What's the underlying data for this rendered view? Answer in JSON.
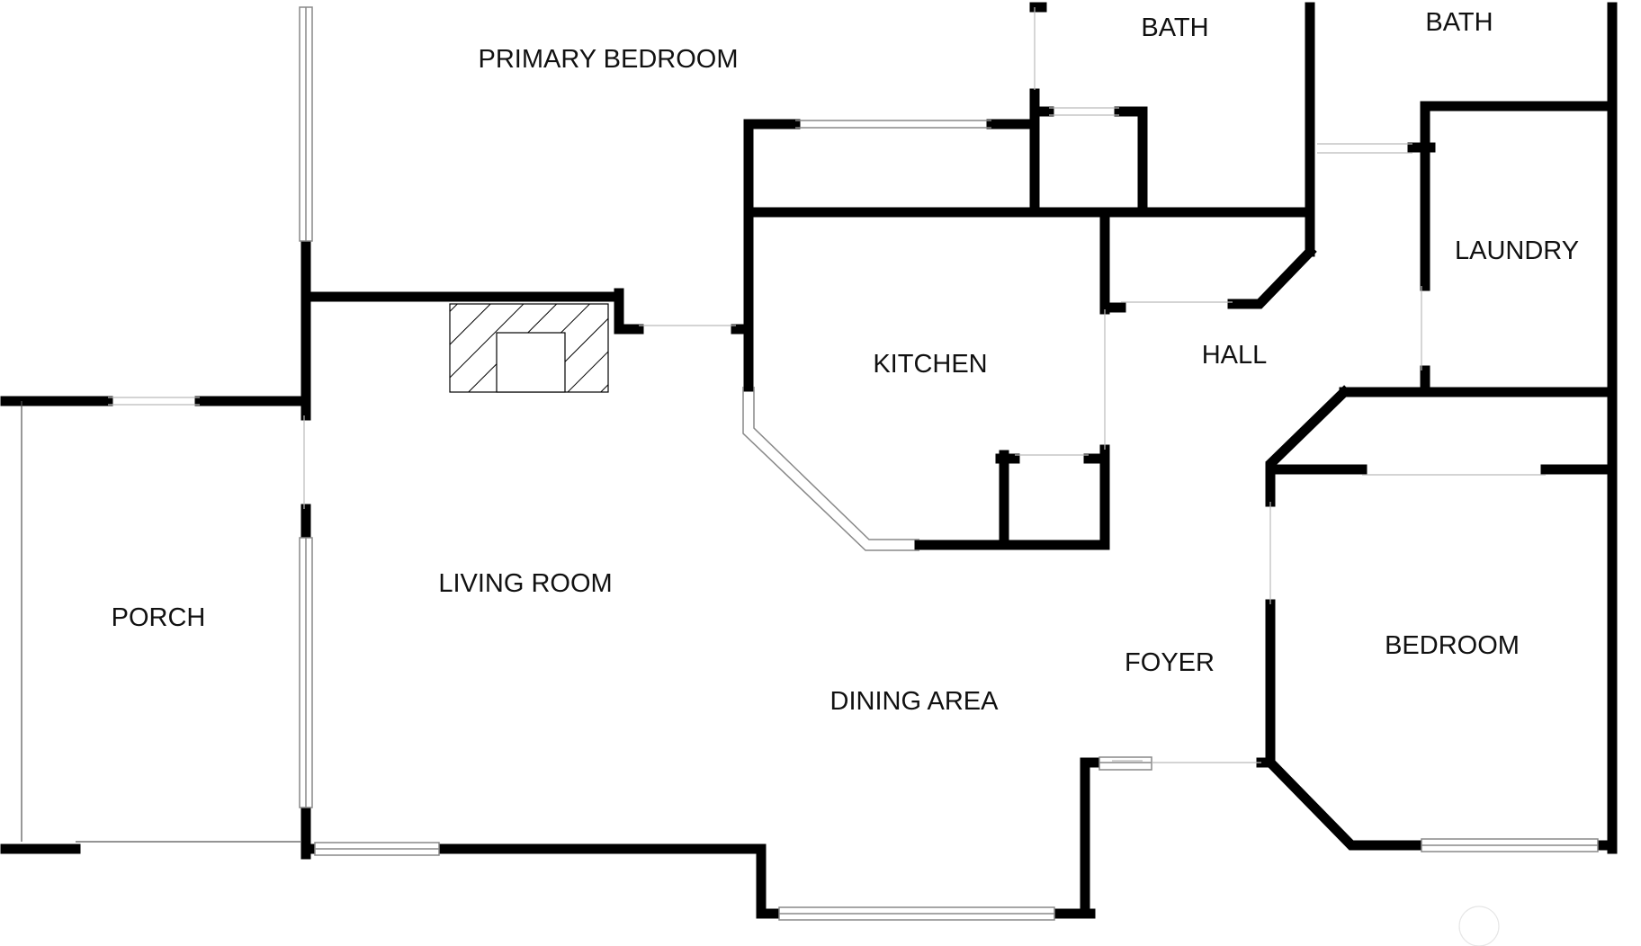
{
  "floor_plan": {
    "rooms": {
      "primary_bedroom": "PRIMARY BEDROOM",
      "bath_1": "BATH",
      "bath_2": "BATH",
      "laundry": "LAUNDRY",
      "kitchen": "KITCHEN",
      "hall": "HALL",
      "living_room": "LIVING ROOM",
      "porch": "PORCH",
      "foyer": "FOYER",
      "dining_area": "DINING AREA",
      "bedroom": "BEDROOM"
    },
    "colors": {
      "wall": "#000000",
      "window": "#888888",
      "background": "#ffffff",
      "label": "#111111"
    }
  }
}
